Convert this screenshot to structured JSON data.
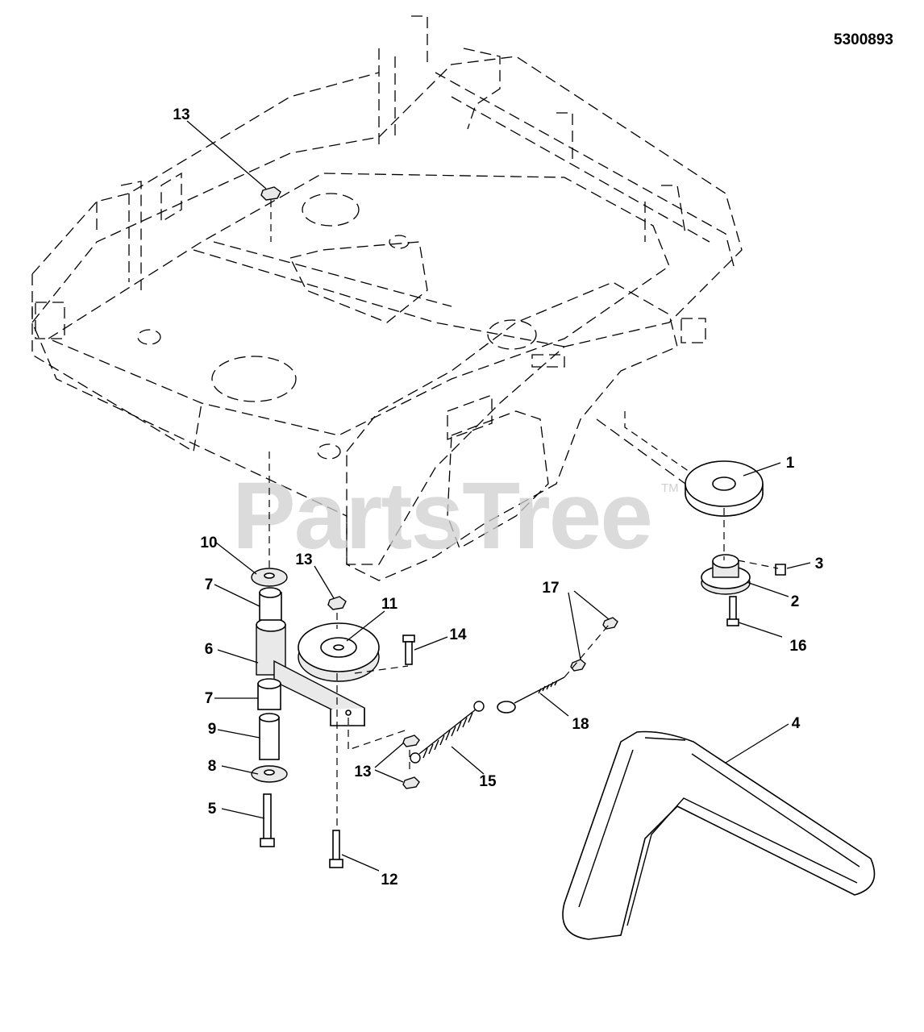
{
  "document_id": "5300893",
  "watermark": {
    "text": "PartsTree",
    "trademark": "TM"
  },
  "callouts": [
    {
      "id": "c1",
      "label": "1"
    },
    {
      "id": "c2",
      "label": "2"
    },
    {
      "id": "c3",
      "label": "3"
    },
    {
      "id": "c4",
      "label": "4"
    },
    {
      "id": "c5",
      "label": "5"
    },
    {
      "id": "c6",
      "label": "6"
    },
    {
      "id": "c7a",
      "label": "7"
    },
    {
      "id": "c7b",
      "label": "7"
    },
    {
      "id": "c8",
      "label": "8"
    },
    {
      "id": "c9",
      "label": "9"
    },
    {
      "id": "c10",
      "label": "10"
    },
    {
      "id": "c11",
      "label": "11"
    },
    {
      "id": "c12",
      "label": "12"
    },
    {
      "id": "c13a",
      "label": "13"
    },
    {
      "id": "c13b",
      "label": "13"
    },
    {
      "id": "c13c",
      "label": "13"
    },
    {
      "id": "c14",
      "label": "14"
    },
    {
      "id": "c15",
      "label": "15"
    },
    {
      "id": "c16",
      "label": "16"
    },
    {
      "id": "c17",
      "label": "17"
    },
    {
      "id": "c18",
      "label": "18"
    }
  ]
}
